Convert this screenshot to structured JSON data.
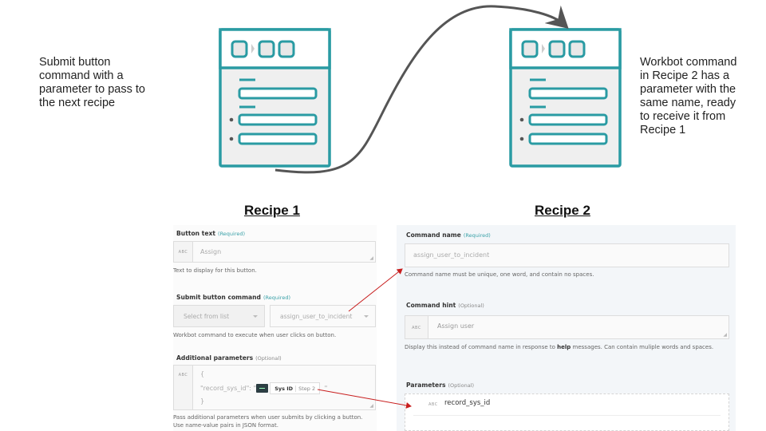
{
  "captions": {
    "left": "Submit button\ncommand with a\nparameter to pass to\nthe next recipe",
    "right": "Workbot command\nin Recipe 2 has a\nparameter with the\nsame name, ready\nto receive it from\nRecipe 1"
  },
  "headings": {
    "recipe1": "Recipe 1",
    "recipe2": "Recipe 2"
  },
  "colors": {
    "icon_teal": "#2a9ba3",
    "icon_fill": "#efefef",
    "connector": "#555555",
    "red_arrow": "#c81e1e",
    "required_teal": "#3aa1a8"
  },
  "recipe1": {
    "button_text": {
      "label": "Button text",
      "tag": "(Required)",
      "type_badge": "ABC",
      "value": "Assign",
      "hint": "Text to display for this button."
    },
    "submit_command": {
      "label": "Submit button command",
      "tag": "(Required)",
      "select_placeholder": "Select from list",
      "value": "assign_user_to_incident",
      "hint": "Workbot command to execute when user clicks on button."
    },
    "additional_params": {
      "label": "Additional parameters",
      "tag": "(Optional)",
      "type_badge": "ABC",
      "line1": "{",
      "line2_key": "\"record_sys_id\": \"",
      "pill_label": "Sys ID",
      "pill_step": "Step 2",
      "line2_end": "\"",
      "line3": "}",
      "hint": "Pass additional parameters when user submits by clicking a button. Use name-value pairs in JSON format."
    }
  },
  "recipe2": {
    "command_name": {
      "label": "Command name",
      "tag": "(Required)",
      "value": "assign_user_to_incident",
      "hint": "Command name must be unique, one word, and contain no spaces."
    },
    "command_hint": {
      "label": "Command hint",
      "tag": "(Optional)",
      "type_badge": "ABC",
      "value": "Assign user",
      "hint_pre": "Display this instead of command name in response to ",
      "hint_bold": "help",
      "hint_post": " messages. Can contain muliple words and spaces."
    },
    "parameters": {
      "label": "Parameters",
      "tag": "(Optional)",
      "type_badge": "ABC",
      "value": "record_sys_id"
    }
  }
}
